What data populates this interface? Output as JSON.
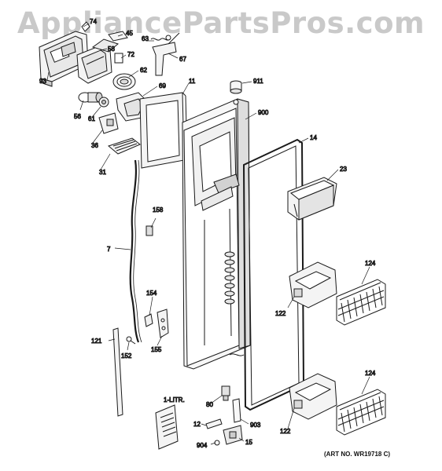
{
  "watermark": "AppliancePartsPros.com",
  "art_number": "(ART NO. WR19718 C)",
  "part_labels": [
    "74",
    "45",
    "58",
    "72",
    "63",
    "67",
    "93",
    "62",
    "69",
    "11",
    "911",
    "56",
    "61",
    "900",
    "36",
    "14",
    "31",
    "23",
    "158",
    "7",
    "124",
    "154",
    "122",
    "121",
    "152",
    "155",
    "1-LITR.",
    "80",
    "903",
    "12",
    "15",
    "904"
  ],
  "colors": {
    "ink": "#1a1a1a",
    "part_fill": "#f4f4f4",
    "shade": "#d9d9d9",
    "watermark": "#c9c9c9"
  }
}
